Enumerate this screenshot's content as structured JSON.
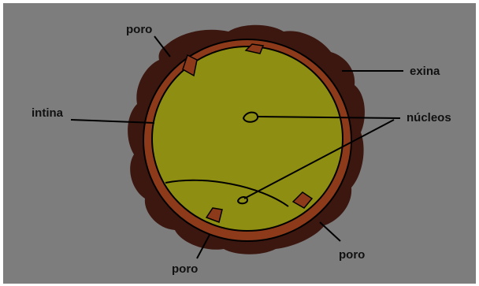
{
  "labels": {
    "poro_top": "poro",
    "exina": "exina",
    "intina": "intina",
    "nucleos": "núcleos",
    "poro_bottom_left": "poro",
    "poro_bottom_right": "poro"
  },
  "colors": {
    "background": "#7d7d7d",
    "exine": "#3b1710",
    "intine": "#8c3a1a",
    "cytoplasm": "#8e8e12",
    "outline": "#000000",
    "label": "#111111"
  }
}
